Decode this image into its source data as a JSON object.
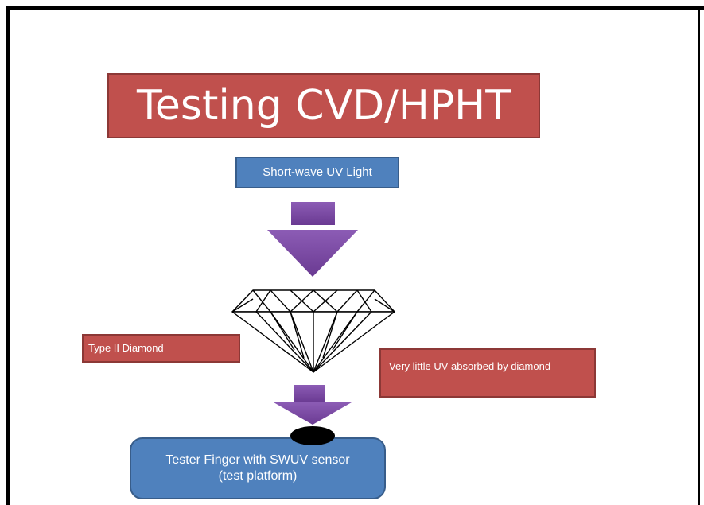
{
  "title": "Testing CVD/HPHT",
  "uv_light_label": "Short-wave UV Light",
  "diamond_type_label": "Type II Diamond",
  "absorption_label": "Very little UV absorbed by diamond",
  "tester_label_line1": "Tester Finger with SWUV sensor",
  "tester_label_line2": "(test platform)",
  "colors": {
    "title_fill": "#c0504d",
    "box_blue": "#4f81bd",
    "box_red": "#c0504d",
    "arrow_purple": "#7f4ba6"
  }
}
